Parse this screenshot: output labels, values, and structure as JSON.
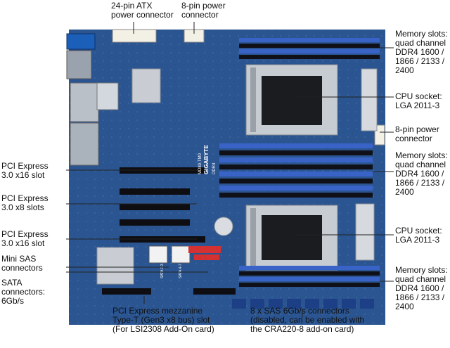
{
  "labels": {
    "atx": "24-pin ATX\npower connector",
    "power8_top": "8-pin power\nconnector",
    "mem_top": "Memory slots:\nquad channel\nDDR4 1600 /\n1866 / 2133 /\n2400",
    "cpu_top": "CPU socket:\nLGA 2011-3",
    "power8_right": "8-pin power\nconnector",
    "mem_mid": "Memory slots:\nquad channel\nDDR4 1600 /\n1866 / 2133 /\n2400",
    "cpu_bottom": "CPU socket:\nLGA 2011-3",
    "mem_bottom": "Memory slots:\nquad channel\nDDR4 1600 /\n1866 / 2133 /\n2400",
    "pcie_x16_top": "PCI Express\n3.0 x16 slot",
    "pcie_x8": "PCI Express\n3.0 x8 slots",
    "pcie_x16_bottom": "PCI Express\n3.0 x16 slot",
    "mini_sas": "Mini SAS\nconnectors",
    "sata": "SATA\nconnectors:\n6Gb/s",
    "mezzanine": "PCI Express  mezzanine\nType-T (Gen3 x8 bus) slot\n(For LSI2308 Add-On card)",
    "sas_connectors": "8 x SAS 6Gb/s connectors\n(disabled, can be enabled with\nthe CRA220-8 add-on card)"
  },
  "board": {
    "brand": "GIGABYTE",
    "model": "MD80-TM0",
    "memory_type": "DDR4",
    "sata_silk": "SATA 0-3",
    "sata_silk2": "SATA 4-7"
  },
  "colors": {
    "pcb": "#2b5591",
    "pcb_dark": "#1b3b6e",
    "dimm_blue": "#3a63c8",
    "dimm_black": "#101018",
    "slot_black": "#0d0d12",
    "sata_red": "#d43232",
    "heatsink": "#c9cdd3",
    "label_line": "#222222"
  }
}
